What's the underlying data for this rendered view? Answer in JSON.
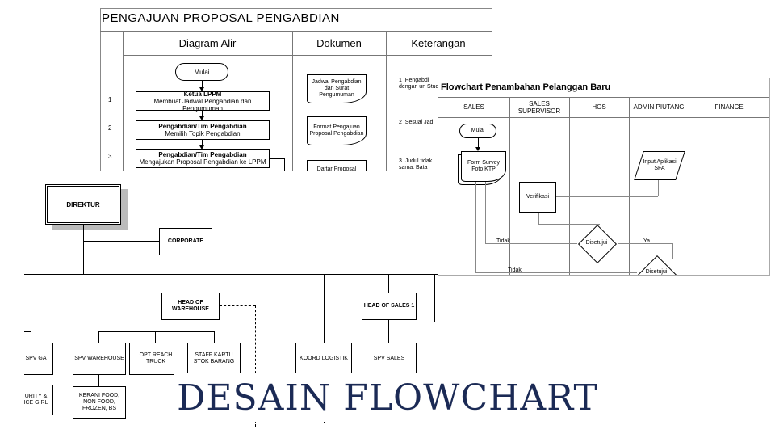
{
  "doc1": {
    "title": "PENGAJUAN PROPOSAL PENGABDIAN",
    "columns": [
      "Diagram Alir",
      "Dokumen",
      "Keterangan"
    ],
    "start": "Mulai",
    "rows": [
      {
        "num": "1",
        "actor": "Ketua LPPM",
        "action": "Membuat Jadwal Pengabdian dan Pengumuman"
      },
      {
        "num": "2",
        "actor": "Pengabdian/Tim Pengabdian",
        "action": "Memilih Topik Pengabdian"
      },
      {
        "num": "3",
        "actor": "Pengabdian/Tim Pengabdian",
        "action": "Mengajukan Proposal Pengabdian ke LPPM"
      }
    ],
    "documents": [
      "Jadwal Pengabdian dan Surat Pengumuman",
      "Format Pengajuan Proposal Pengabdian",
      "Daftar Proposal"
    ],
    "notes": [
      {
        "num": "1",
        "text": "Pengabdi dengan un Studi"
      },
      {
        "num": "2",
        "text": "Sesuai Jad"
      },
      {
        "num": "3",
        "text": "Judul tidak sama. Bata"
      }
    ]
  },
  "doc2": {
    "title": "Flowchart Penambahan Pelanggan Baru",
    "lanes": [
      "SALES",
      "SALES SUPERVISOR",
      "HOS",
      "ADMIN PIUTANG",
      "FINANCE"
    ],
    "start": "Mulai",
    "form": "Form Survey Foto KTP",
    "verify": "Verifikasi",
    "approved": "Disetujui",
    "input": "Input Aplikasi SFA",
    "no": "Tidak",
    "yes": "Ya"
  },
  "org": {
    "director": "DIREKTUR",
    "corporate": "CORPORATE",
    "head_warehouse": "HEAD OF WAREHOUSE",
    "head_sales": "HEAD OF SALES 1",
    "spv_ga": "SPV GA",
    "spv_warehouse": "SPV WAREHOUSE",
    "opt_reach": "OPT REACH TRUCK",
    "staff_kartu": "STAFF KARTU STOK BARANG",
    "koord": "KOORD LOGISTIK",
    "spv_sales": "SPV SALES",
    "security": "URITY & ICE GIRL",
    "kerani": "KERANI FOOD, NON FOOD, FROZEN, BS"
  },
  "page_title": "DESAIN FLOWCHART"
}
